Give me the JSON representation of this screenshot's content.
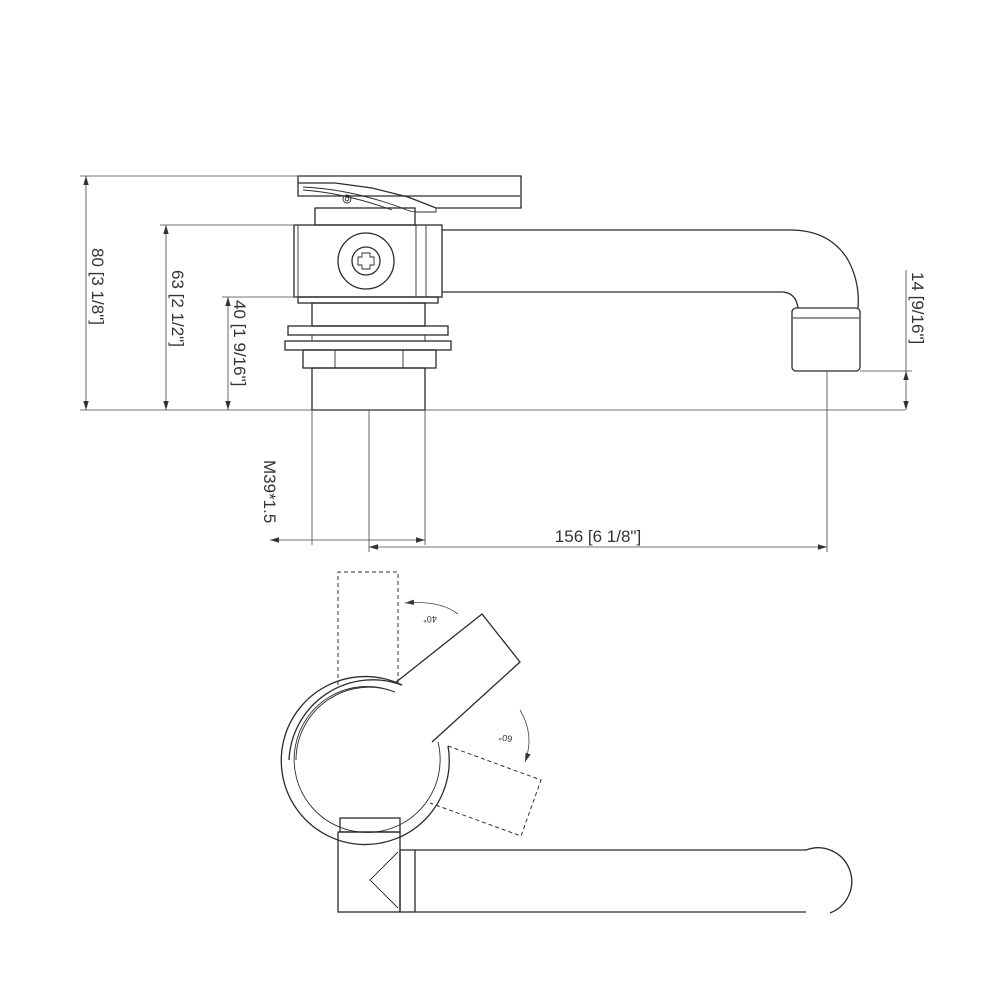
{
  "dimensions": {
    "overall_height": "80 [3 1/8\"]",
    "spout_height": "63 [2 1/2\"]",
    "body_height": "40 [1 9/16\"]",
    "outlet_height": "14 [9/16\"]",
    "thread": "M39*1.5",
    "reach": "156 [6 1/8\"]"
  },
  "angles": {
    "handle_up": "40°",
    "handle_down": "60°"
  },
  "colors": {
    "line": "#2b2b2b",
    "background": "#ffffff"
  }
}
